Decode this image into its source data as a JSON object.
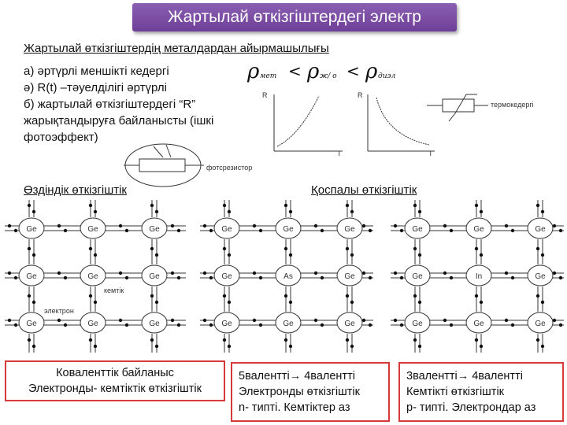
{
  "title": "Жартылай өткізгіштердегі электр",
  "subtitle": "Жартылай өткізгіштердің металдардан айырмашылығы",
  "list": [
    "а) әртүрлі меншікті кедергі",
    "ә) R(t) –тәуелділігі әртүрлі",
    "б) жартылай өткізгіштердегі  “R”",
    "жарықтандыруға байланысты (ішкі",
    "фотоэффект)"
  ],
  "formula": {
    "rho": "ρ",
    "sub1": "мет",
    "lt": "<",
    "sub2": "ж/ о",
    "sub3": "диэл"
  },
  "graph_labels": {
    "r_axis_1": "R",
    "t_axis_1": "T",
    "r_axis_2": "R",
    "t_axis_2": "T",
    "thermistor": "термокедергі",
    "photoresistor": "фотсрезистор"
  },
  "sections": {
    "intrinsic": "Өздіндік өткізгіштік",
    "impurity": "Қоспалы өткізгіштік"
  },
  "lattice_labels": {
    "hole": "кемтік",
    "electron": "электрон"
  },
  "lattice_1": [
    "Ge",
    "Ge",
    "Ge",
    "Ge",
    "Ge",
    "Ge",
    "Ge",
    "Ge",
    "Ge"
  ],
  "lattice_2": [
    "Ge",
    "Ge",
    "Ge",
    "Ge",
    "As",
    "Ge",
    "Ge",
    "Ge",
    "Ge"
  ],
  "lattice_3": [
    "Ge",
    "Ge",
    "Ge",
    "Ge",
    "In",
    "Ge",
    "Ge",
    "Ge",
    "Ge"
  ],
  "boxes": {
    "b1_line1": "Коваленттік байланыс",
    "b1_line2": "Электронды- кемтіктік өткізгіштік",
    "b2_line1": "5валентті→ 4валентті",
    "b2_line2": "Электронды өткізгіштік",
    "b2_line3": "n- типті.  Кемтіктер аз",
    "b3_line1": "3валентті→ 4валентті",
    "b3_line2": "Кемтікті өткізгіштік",
    "b3_line3": "p- типті.  Электрондар аз"
  }
}
